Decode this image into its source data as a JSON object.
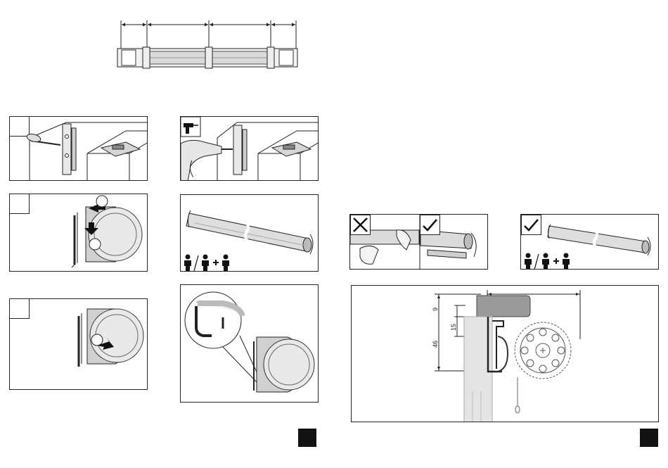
{
  "diagram": {
    "dim_labels": [
      "9",
      "15",
      "46"
    ]
  },
  "icons": {
    "top_rail": "rail-dimension-icon",
    "drill": "drill-icon",
    "wrong": "cross-icon",
    "correct": "check-icon",
    "persons": "persons-icon"
  },
  "colors": {
    "ink": "#222222",
    "fabric": "#d6d6d6",
    "accent": "#111111"
  }
}
